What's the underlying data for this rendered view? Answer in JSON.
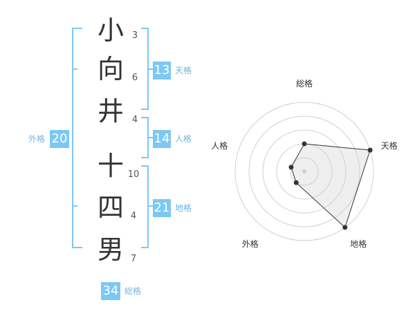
{
  "name": {
    "surname": [
      {
        "char": "小",
        "strokes": "3"
      },
      {
        "char": "向",
        "strokes": "6"
      },
      {
        "char": "井",
        "strokes": "4"
      }
    ],
    "given": [
      {
        "char": "十",
        "strokes": "10"
      },
      {
        "char": "四",
        "strokes": "4"
      },
      {
        "char": "男",
        "strokes": "7"
      }
    ]
  },
  "fortune": {
    "tenkaku": {
      "value": "13",
      "label": "天格"
    },
    "jinkaku": {
      "value": "14",
      "label": "人格"
    },
    "chikaku": {
      "value": "21",
      "label": "地格"
    },
    "gaikaku": {
      "value": "20",
      "label": "外格"
    },
    "soukaku": {
      "value": "34",
      "label": "総格"
    }
  },
  "colors": {
    "accent": "#7cc8f4",
    "bracket": "#7cc8f4",
    "text": "#333333"
  },
  "chart_data": {
    "type": "radar",
    "axes": [
      "総格",
      "天格",
      "地格",
      "外格",
      "人格"
    ],
    "values": [
      2,
      5,
      5,
      1,
      1
    ],
    "rmax": 5,
    "rings": 5
  }
}
